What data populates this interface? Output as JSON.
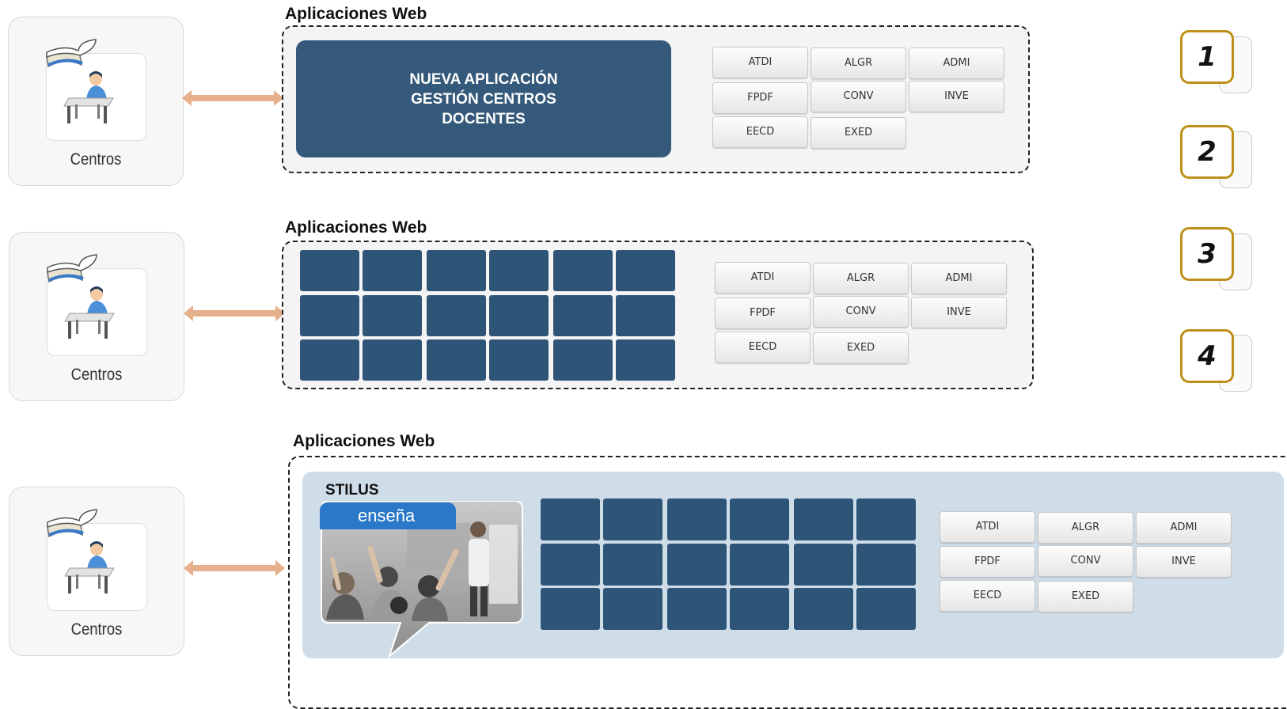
{
  "sections": [
    {
      "title": "Aplicaciones Web",
      "centros_label": "Centros",
      "nueva_app_lines": [
        "NUEVA APLICACIÓN",
        "GESTIÓN CENTROS",
        "DOCENTES"
      ],
      "modules": [
        "ATDI",
        "ALGR",
        "ADMI",
        "FPDF",
        "CONV",
        "INVE",
        "EECD",
        "EXED"
      ]
    },
    {
      "title": "Aplicaciones Web",
      "centros_label": "Centros",
      "modules": [
        "ATDI",
        "ALGR",
        "ADMI",
        "FPDF",
        "CONV",
        "INVE",
        "EECD",
        "EXED"
      ]
    },
    {
      "title": "Aplicaciones Web",
      "centros_label": "Centros",
      "stilus_label": "STILUS",
      "ensena_label": "enseña",
      "modules": [
        "ATDI",
        "ALGR",
        "ADMI",
        "FPDF",
        "CONV",
        "INVE",
        "EECD",
        "EXED"
      ]
    }
  ],
  "step_numbers": [
    "1",
    "2",
    "3",
    "4"
  ],
  "colors": {
    "tile": "#2e5478",
    "nueva_app": "#34597a",
    "arrow": "#e7b08c",
    "badge_border": "#bf8f1a",
    "stilus_panel": "#cfdde9",
    "ensena_tab": "#2a78c8"
  },
  "icons": {
    "centros": "student-desk-book-icon",
    "arrow": "double-arrow-icon",
    "classroom": "classroom-photo"
  }
}
